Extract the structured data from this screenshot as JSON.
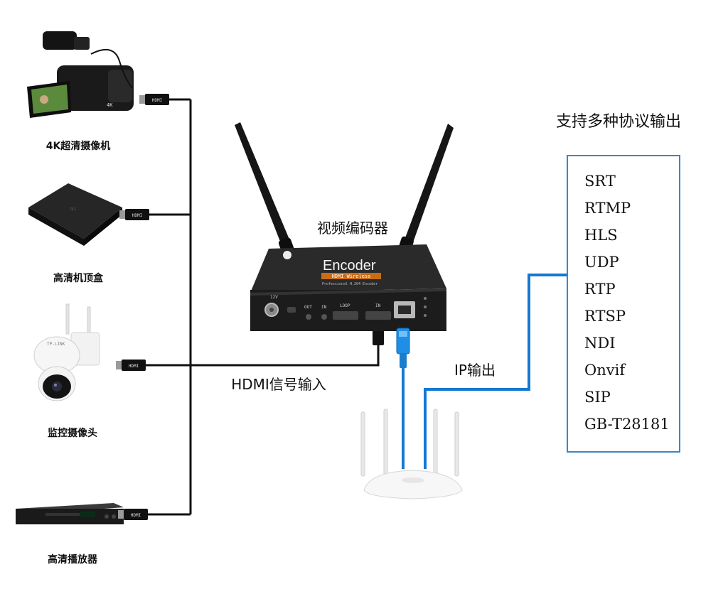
{
  "sources": [
    {
      "label": "4K超清摄像机",
      "icon": "camcorder-icon"
    },
    {
      "label": "高清机顶盒",
      "icon": "set-top-box-icon"
    },
    {
      "label": "监控摄像头",
      "icon": "security-camera-icon"
    },
    {
      "label": "高清播放器",
      "icon": "dvd-player-icon"
    }
  ],
  "hdmi_plug_text": "HDMI",
  "encoder": {
    "title": "视频编码器",
    "brand": "Encoder",
    "badge": "HDMI Wireless",
    "subtitle": "Professional H.264 Encoder",
    "port_power": "12V",
    "port_out": "OUT",
    "port_in_audio": "IN",
    "port_loop": "LOOP",
    "port_in_hdmi": "IN"
  },
  "labels": {
    "hdmi_input": "HDMI信号输入",
    "ip_output": "IP输出"
  },
  "protocols": {
    "title": "支持多种协议输出",
    "items": [
      "SRT",
      "RTMP",
      "HLS",
      "UDP",
      "RTP",
      "RTSP",
      "NDI",
      "Onvif",
      "SIP",
      "GB-T28181"
    ]
  },
  "colors": {
    "hdmi_cable": "#111111",
    "network_cable": "#1478d4",
    "box_border": "#3a86c8",
    "device_body": "#1c1c1c"
  }
}
